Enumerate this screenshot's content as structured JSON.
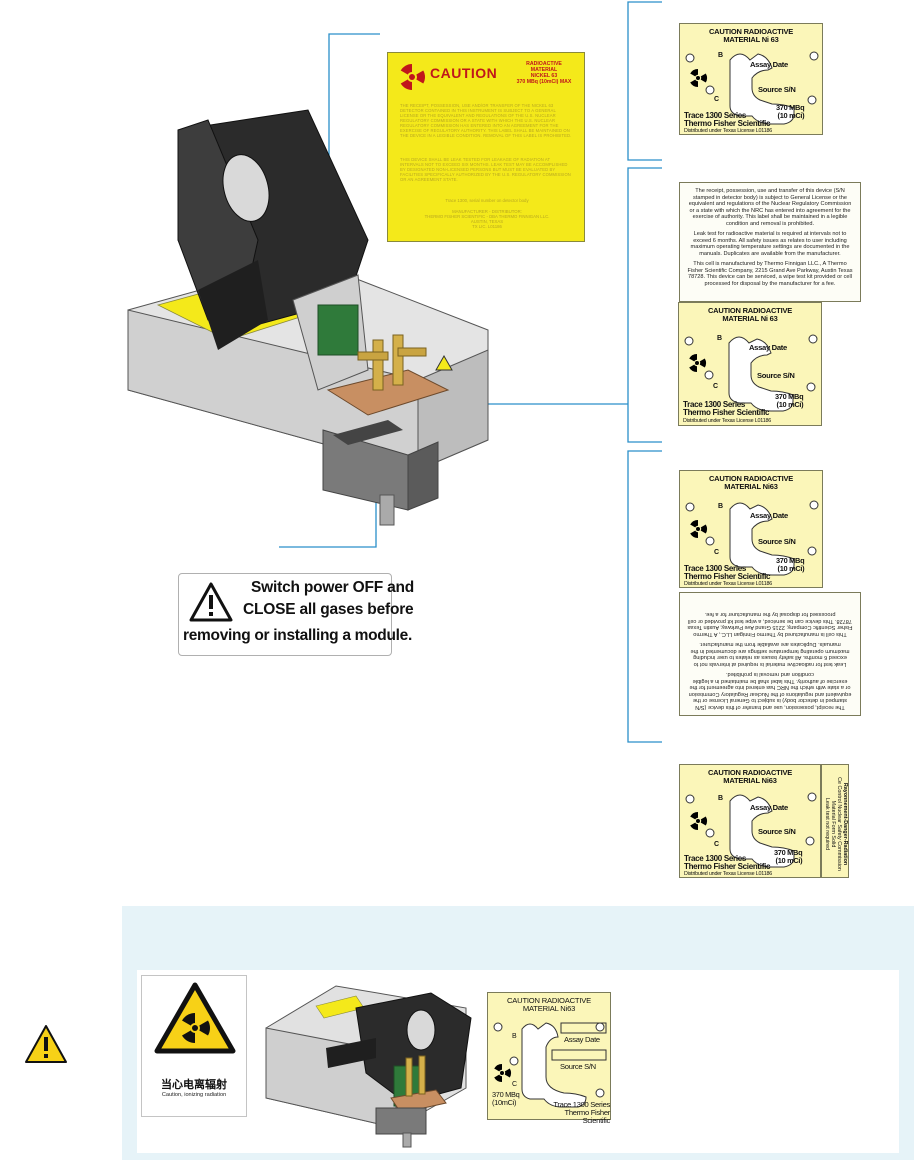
{
  "big_label": {
    "caution": "CAUTION",
    "material_lines": [
      "RADIOACTIVE",
      "MATERIAL",
      "NICKEL 63",
      "370 MBq (10mCi) MAX"
    ],
    "paragraph1": "THE RECEIPT, POSSESSION, USE AND/OR TRANSFER OF THE NICKEL 63 DETECTOR CONTAINED IN THIS INSTRUMENT IS SUBJECT TO A GENERAL LICENSE OR THE EQUIVALENT AND REGULATIONS OF THE U.S. NUCLEAR REGULATORY COMMISSION OR A STATE WITH WHICH THE U.S. NUCLEAR REGULATORY COMMISSION HAS ENTERED INTO AN AGREEMENT FOR THE EXERCISE OF REGULATORY AUTHORITY. THIS LABEL SHALL BE MAINTAINED ON THE DEVICE IN A LEGIBLE CONDITION. REMOVAL OF THIS LABEL IS PROHIBITED.",
    "paragraph2": "THIS DEVICE SHALL BE LEAK TESTED FOR LEAKAGE OF RADIATION AT INTERVALS NOT TO EXCEED SIX MONTHS. LEAK TEST MAY BE ACCOMPLISHED BY DESIGNATED NON-LICENSED PERSONS BUT MUST BE EVALUATED BY FACILITIES SPECIFICALLY AUTHORIZED BY THE U.S. REGULATORY COMMISSION OR AN AGREEMENT STATE.",
    "serial_note": "Trace 1300, serial number on detector body",
    "manufacturer": [
      "MANUFACTURER - DISTRIBUTOR:",
      "THERMO FISHER SCIENTIFIC - DBA THERMO FINNIGAN LLC.",
      "AUSTIN, TEXAS",
      "TX LIC. L01186"
    ]
  },
  "tag": {
    "title_line1": "CAUTION RADIOACTIVE",
    "title_line2": "MATERIAL Ni 63",
    "title_line2_alt": "MATERIAL Ni63",
    "marker_b": "B",
    "marker_c": "C",
    "assay_date": "Assay Date",
    "source_sn": "Source S/N",
    "mbq": "370 MBq",
    "mci": "(10 mCi)",
    "series": "Trace 1300 Series",
    "company": "Thermo Fisher Scientific",
    "distributed": "Distributed under Texas License L01186"
  },
  "info_panel": {
    "p1": "The receipt, possession, use and transfer of this device (S/N stamped in detector body) is subject to General License or the equivalent and regulations of the Nuclear Regulatory Commission or a state with which the NRC has entered into agreement for the exercise of authority. This label shall be maintained in a legible condition and removal is prohibited.",
    "p2": "Leak test for radioactive material is required at intervals not to exceed 6 months. All safety issues as relates to user including maximum operating temperature settings are documented in the manuals. Duplicates are available from the manufacturer.",
    "p3": "This cell is manufactured by Thermo Finnigan LLC., A Thermo Fisher Scientific Company, 2215 Grand Ave Parkway, Austin Texas 78728. This device can be serviced, a wipe test kit provided or cell processed for disposal by the manufacturer for a fee."
  },
  "side_strip": {
    "line1": "Rayonnement-Danger-Radiation",
    "line2": "Ce Control Nuclear Safety Commission",
    "line3": "Material Form Solid",
    "line4": "Leak test not required"
  },
  "warning": {
    "line1": "Switch power OFF and",
    "line2": "CLOSE all gases before",
    "line3": "removing or installing a module."
  },
  "cn_sign": {
    "chinese": "当心电离辐射",
    "english": "Caution, ionizing radiation"
  },
  "cn_tag": {
    "title_line1": "CAUTION  RADIOACTIVE",
    "title_line2": "MATERIAL Ni63",
    "marker_b": "B",
    "marker_c": "C",
    "assay_date": "Assay Date",
    "source_sn": "Source S/N",
    "mbq": "370 MBq",
    "mci": "(10mCi)",
    "series": "Trace 1300 Series",
    "company": "Thermo Fisher Scientific"
  },
  "colors": {
    "leader": "#2a8fc9",
    "label_yellow": "#f4e91a",
    "tag_yellow": "#fbf6b9",
    "band": "#e6f3f8",
    "caution_red": "#c0161b",
    "warning_yellow": "#f7d117"
  }
}
